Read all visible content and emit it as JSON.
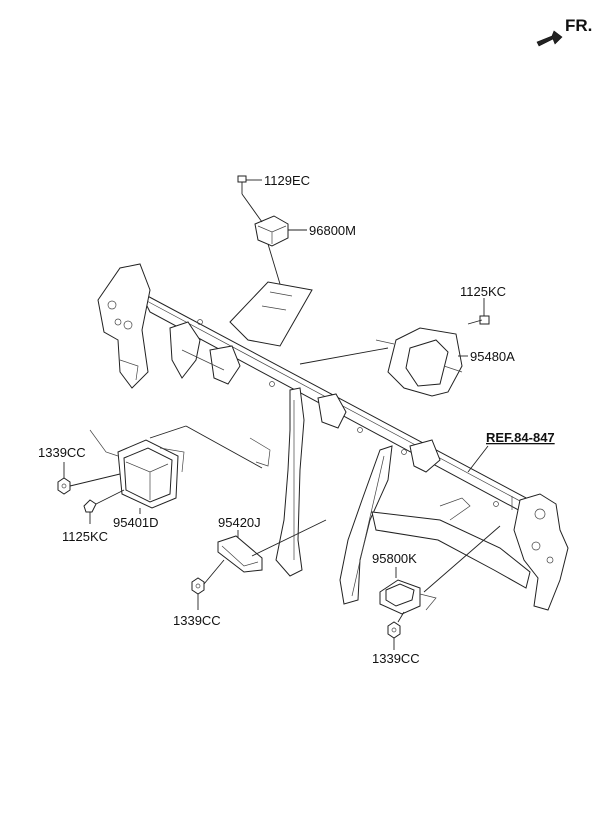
{
  "direction": {
    "label": "FR."
  },
  "reference": {
    "label": "REF.84-847"
  },
  "callouts": {
    "bolt_top": "1129EC",
    "sensor_top": "96800M",
    "bolt_right": "1125KC",
    "module_right": "95480A",
    "nut_left": "1339CC",
    "module_left": "95401D",
    "bolt_left": "1125KC",
    "bracket_center": "95420J",
    "nut_center": "1339CC",
    "sensor_lower_right": "95800K",
    "nut_lower_right": "1339CC"
  }
}
